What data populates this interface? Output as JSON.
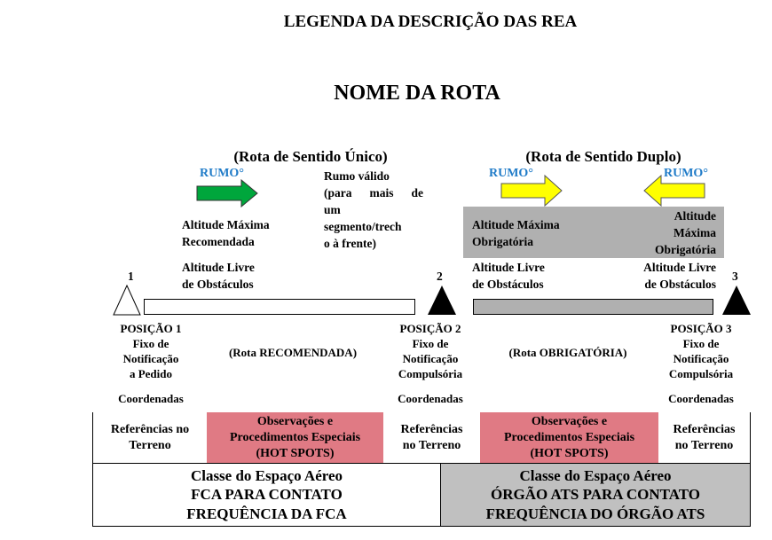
{
  "title": "LEGENDA DA DESCRIÇÃO DAS REA",
  "route_name": "NOME DA ROTA",
  "one_way": {
    "heading": "(Rota de Sentido Único)",
    "rumo": "RUMO°",
    "rumo_note": [
      "Rumo válido",
      "(para mais de",
      "um",
      "segmento/trech",
      "o à frente)"
    ],
    "max_alt": [
      "Altitude Máxima",
      "Recomendada"
    ],
    "obstacle_alt": [
      "Altitude Livre",
      "de Obstáculos"
    ],
    "route_type": "(Rota RECOMENDADA)",
    "arrow_color": "#00a63c"
  },
  "two_way": {
    "heading": "(Rota de Sentido Duplo)",
    "rumo_left": "RUMO°",
    "rumo_right": "RUMO°",
    "max_alt_left": [
      "Altitude Máxima",
      "Obrigatória"
    ],
    "max_alt_right": [
      "Altitude",
      "Máxima",
      "Obrigatória"
    ],
    "obstacle_alt_left": [
      "Altitude Livre",
      "de Obstáculos"
    ],
    "obstacle_alt_right": [
      "Altitude Livre",
      "de Obstáculos"
    ],
    "route_type": "(Rota OBRIGATÓRIA)",
    "arrow_color": "#ffff00"
  },
  "positions": [
    {
      "number": "1",
      "lines": [
        "POSIÇÃO 1",
        "Fixo de",
        "Notificação",
        "a Pedido"
      ],
      "coords": "Coordenadas"
    },
    {
      "number": "2",
      "lines": [
        "POSIÇÃO 2",
        "Fixo de",
        "Notificação",
        "Compulsória"
      ],
      "coords": "Coordenadas"
    },
    {
      "number": "3",
      "lines": [
        "POSIÇÃO 3",
        "Fixo de",
        "Notificação",
        "Compulsória"
      ],
      "coords": "Coordenadas"
    }
  ],
  "table": {
    "row1": [
      [
        "Referências no",
        "Terreno"
      ],
      [
        "Observações e",
        "Procedimentos Especiais",
        "(HOT SPOTS)"
      ],
      [
        "Referências",
        "no Terreno"
      ],
      [
        "Observações e",
        "Procedimentos Especiais",
        "(HOT SPOTS)"
      ],
      [
        "Referências",
        "no Terreno"
      ]
    ],
    "row2_left": [
      "Classe do Espaço Aéreo",
      "FCA PARA CONTATO",
      "FREQUÊNCIA DA FCA"
    ],
    "row2_right": [
      "Classe do Espaço Aéreo",
      "ÓRGÃO ATS PARA CONTATO",
      "FREQUÊNCIA DO ÓRGÃO ATS"
    ]
  }
}
